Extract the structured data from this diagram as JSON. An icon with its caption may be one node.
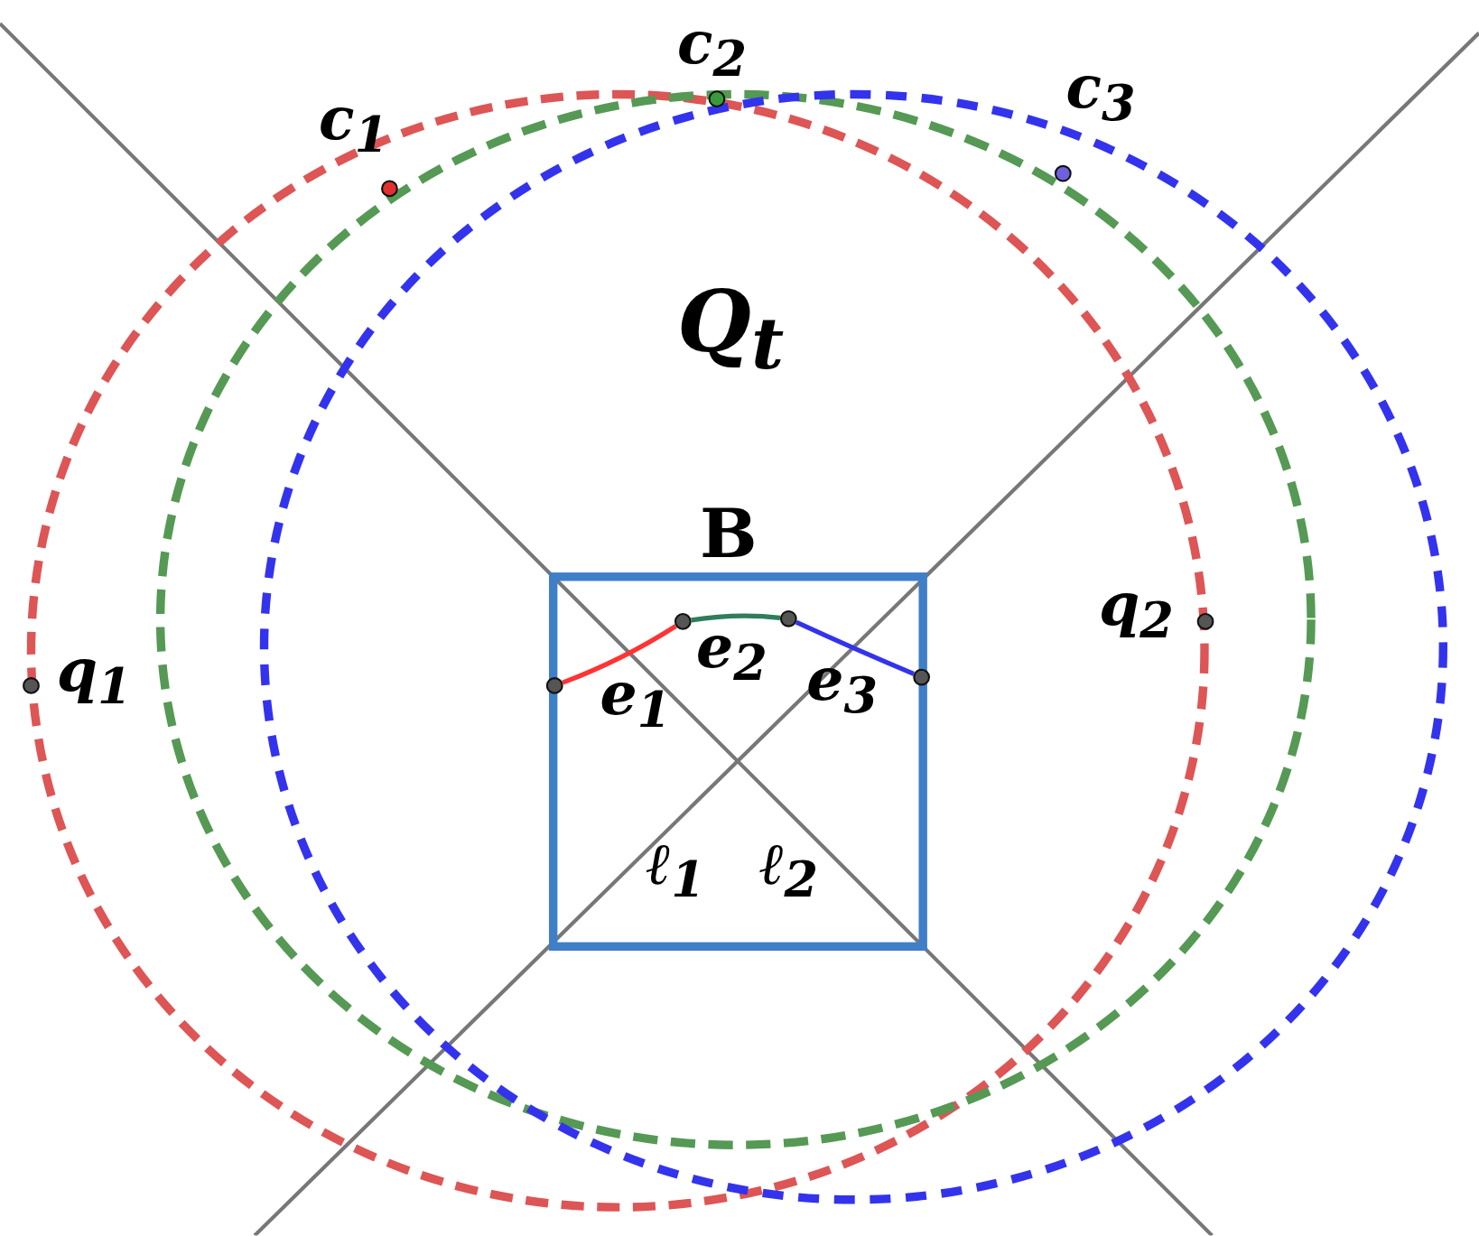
{
  "diagram": {
    "nodes": [
      {
        "text": [
          "B"
        ]
      },
      {
        "text": [],
        "shape": "circle",
        "in": 0
      },
      {
        "text": [],
        "shape": "circle",
        "in": 0
      },
      {
        "text": [],
        "shape": "circle",
        "in": 0
      },
      {
        "text": [],
        "shape": "circle",
        "in": 0
      },
      {
        "text": [],
        "shape": "circle",
        "beside": [
          "c$_{1}$"
        ]
      },
      {
        "text": [],
        "shape": "circle",
        "beside": [
          "c$_{2}$"
        ]
      },
      {
        "text": [],
        "shape": "circle",
        "beside": [
          "c$_{3}$"
        ]
      },
      {
        "text": [],
        "shape": "circle",
        "beside": [
          "q$_{1}$"
        ]
      },
      {
        "text": [],
        "shape": "circle",
        "beside": [
          "q$_{2}$"
        ]
      }
    ],
    "edges": [
      {
        "from": 1,
        "to": 2,
        "arrow": "none",
        "label": "e$_{1}$",
        "color": "#ff3333"
      },
      {
        "from": 2,
        "to": 3,
        "arrow": "none",
        "label": "e$_{2}$",
        "color": "#2e7d5b"
      },
      {
        "from": 3,
        "to": 4,
        "arrow": "none",
        "label": "e$_{3}$",
        "color": "#3333ee"
      }
    ],
    "labels": [
      "Q$_{t}$",
      "ℓ$_{1}$",
      "ℓ$_{2}$"
    ]
  }
}
